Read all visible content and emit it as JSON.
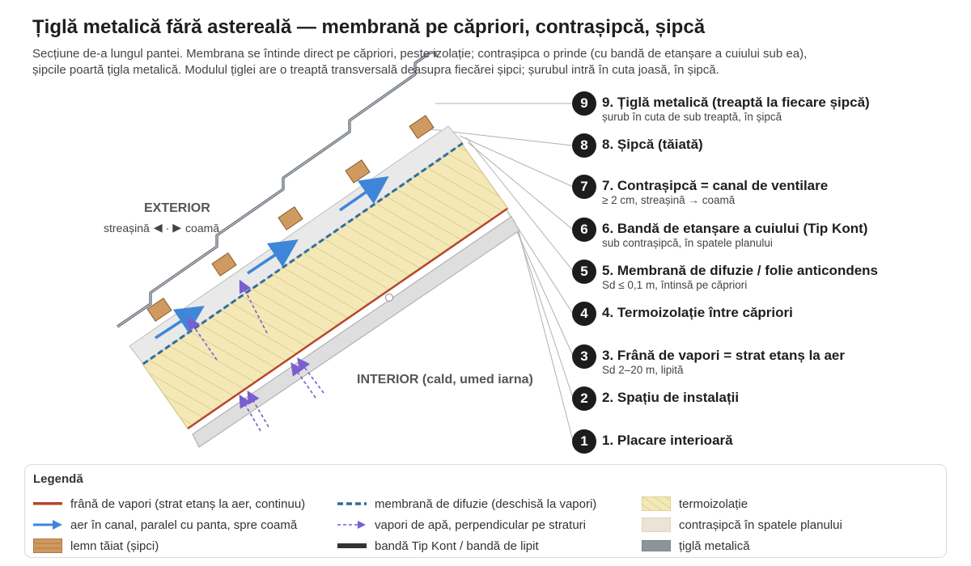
{
  "title": "Țiglă metalică fără astereală — membrană pe căpriori, contrașipcă, șipcă",
  "subtitle": "Secțiune de-a lungul pantei. Membrana se întinde direct pe căpriori, peste izolație; contrașipca o prinde (cu bandă de etanșare a cuiului sub ea), șipcile poartă țigla metalică. Modulul țiglei are o treaptă transversală deasupra fiecărei șipci; șurubul intră în cuta joasă, în șipcă.",
  "zones": {
    "exterior_label": "EXTERIOR",
    "exterior_hint_left": "streașină",
    "exterior_hint_sep": "·",
    "exterior_hint_right": "coamă",
    "interior_label": "INTERIOR (cald, umed iarna)"
  },
  "callouts": [
    {
      "num": "9",
      "label": "9. Țiglă metalică (treaptă la fiecare șipcă)",
      "sub": "șurub în cuta de sub treaptă, în șipcă"
    },
    {
      "num": "8",
      "label": "8. Șipcă (tăiată)",
      "sub": ""
    },
    {
      "num": "7",
      "label": "7. Contrașipcă = canal de ventilare",
      "sub": "≥ 2 cm, streașină → coamă"
    },
    {
      "num": "6",
      "label": "6. Bandă de etanșare a cuiului (Tip Kont)",
      "sub": "sub contrașipcă, în spatele planului"
    },
    {
      "num": "5",
      "label": "5. Membrană de difuzie / folie anticondens",
      "sub": "Sd ≤ 0,1 m, întinsă pe căpriori"
    },
    {
      "num": "4",
      "label": "4. Termoizolație între căpriori",
      "sub": ""
    },
    {
      "num": "3",
      "label": "3. Frână de vapori = strat etanș la aer",
      "sub": "Sd 2–20 m, lipită"
    },
    {
      "num": "2",
      "label": "2. Spațiu de instalații",
      "sub": ""
    },
    {
      "num": "1",
      "label": "1. Placare interioară",
      "sub": ""
    }
  ],
  "legend": {
    "title": "Legendă",
    "items": [
      {
        "label": "frână de vapori (strat etanș la aer, continuu)",
        "symbol": "red-line"
      },
      {
        "label": "membrană de difuzie (deschisă la vapori)",
        "symbol": "blue-dashed-line"
      },
      {
        "label": "termoizolație",
        "symbol": "hatched-yellow-swatch"
      },
      {
        "label": "aer în canal, paralel cu panta, spre coamă",
        "symbol": "blue-arrow"
      },
      {
        "label": "vapori de apă, perpendicular pe straturi",
        "symbol": "purple-dashed-arrow"
      },
      {
        "label": "contrașipcă în spatele planului",
        "symbol": "beige-swatch"
      },
      {
        "label": "lemn tăiat (șipci)",
        "symbol": "wood-swatch"
      },
      {
        "label": "bandă Tip Kont / bandă de lipit",
        "symbol": "black-bar"
      },
      {
        "label": "țiglă metalică",
        "symbol": "grey-swatch"
      }
    ]
  },
  "colors": {
    "vapour_barrier": "#b5472c",
    "membrane": "#2f6e9a",
    "insulation": "#f4e8b6",
    "air_arrow": "#3f86d8",
    "vapour_arrow": "#7a5fcf",
    "wood": "#cf9a5f",
    "counter_batten": "#ebe6dc",
    "tape": "#333333",
    "metal_tile": "#8c949c"
  }
}
